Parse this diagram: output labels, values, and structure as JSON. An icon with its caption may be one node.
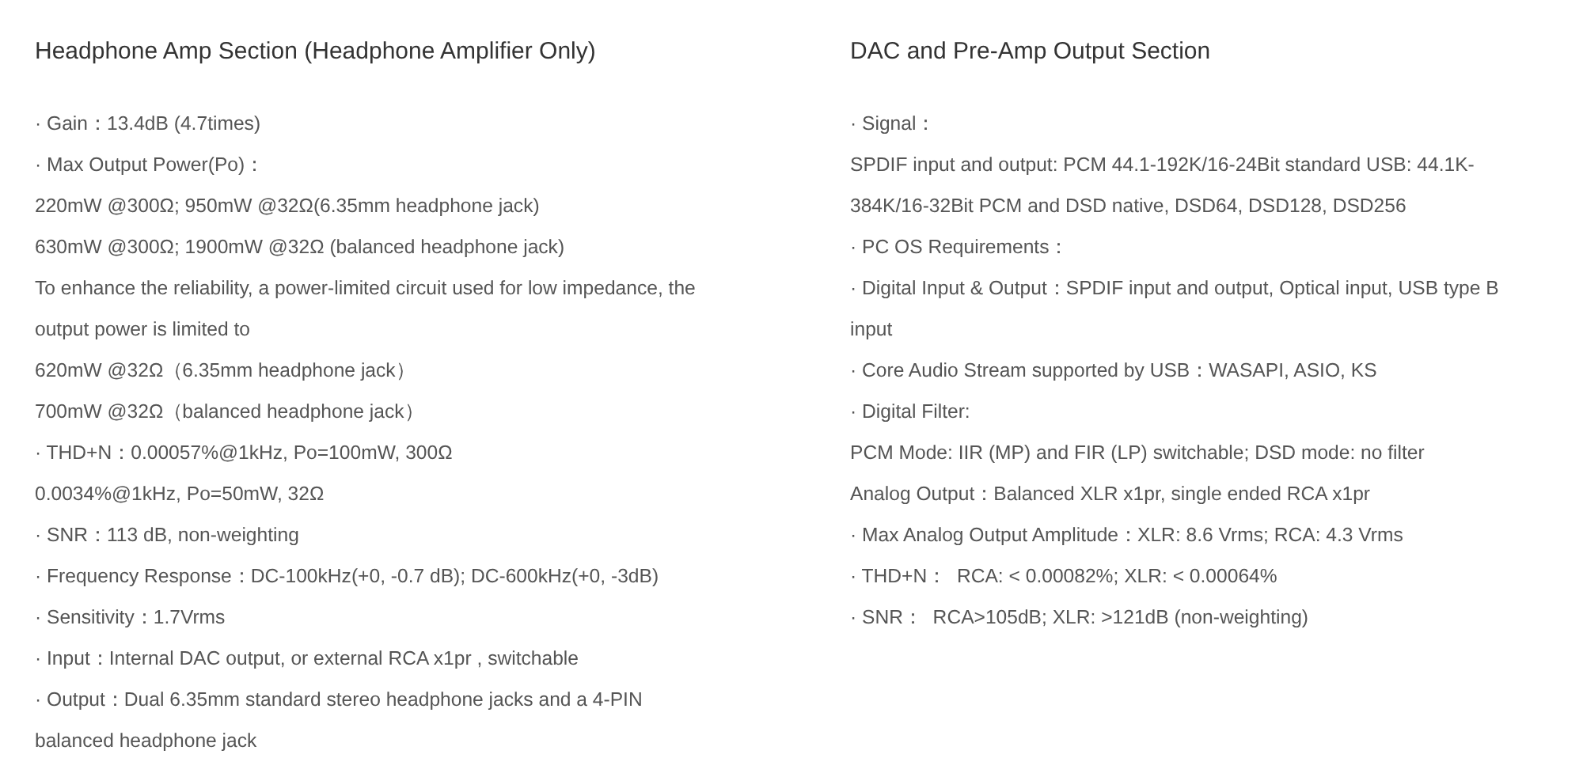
{
  "diagram": {
    "labels": [
      "Headphone Amp Section (Headphone Amplifier Only)",
      "· Gain：13.4dB (4.7times)",
      "· Max Output Power(Po)：",
      "220mW @300Ω; 950mW @32Ω(6.35mm headphone jack)",
      "630mW @300Ω; 1900mW @32Ω (balanced headphone jack)",
      "To enhance the reliability, a power-limited circuit used for low impedance, the output power is limited to",
      "620mW @32Ω（6.35mm headphone jack）",
      "700mW @32Ω（balanced headphone jack）",
      "· THD+N：0.00057%@1kHz, Po=100mW, 300Ω",
      "0.0034%@1kHz, Po=50mW, 32Ω",
      "· SNR：113 dB, non-weighting",
      "· Frequency Response：DC-100kHz(+0, -0.7 dB); DC-600kHz(+0, -3dB)",
      "· Sensitivity：1.7Vrms",
      "· Input：Internal DAC output, or external RCA x1pr , switchable",
      "· Output：Dual 6.35mm standard stereo headphone jacks and a 4-PIN balanced headphone jack",
      "DAC and Pre-Amp Output Section",
      "· Signal：",
      "SPDIF input and output: PCM 44.1-192K/16-24Bit standard USB: 44.1K-384K/16-32Bit PCM and DSD native, DSD64, DSD128, DSD256",
      "· PC OS Requirements：",
      "· Digital Input & Output：SPDIF input and output, Optical input, USB type B input",
      "· Core Audio Stream supported by USB：WASAPI, ASIO, KS",
      "· Digital Filter:",
      "PCM Mode: IIR (MP) and FIR (LP) switchable; DSD mode: no filter",
      "Analog Output：Balanced XLR x1pr, single ended RCA x1pr",
      "· Max Analog Output Amplitude：XLR: 8.6 Vrms; RCA: 4.3 Vrms",
      "· THD+N：  RCA: < 0.00082%; XLR: < 0.00064%",
      "· SNR：  RCA>105dB; XLR: >121dB (non-weighting)"
    ]
  }
}
